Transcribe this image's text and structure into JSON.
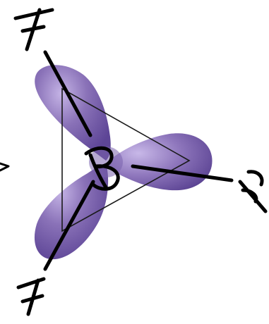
{
  "diagram": {
    "central_atom": "B",
    "ligands": [
      "F",
      "F",
      "F"
    ],
    "colors": {
      "lobe_fill": "#8a72b8",
      "lobe_highlight": "#c5b4e6",
      "lobe_shadow": "#5d4596",
      "ink": "#000000",
      "triangle": "#1a1a1a"
    }
  }
}
